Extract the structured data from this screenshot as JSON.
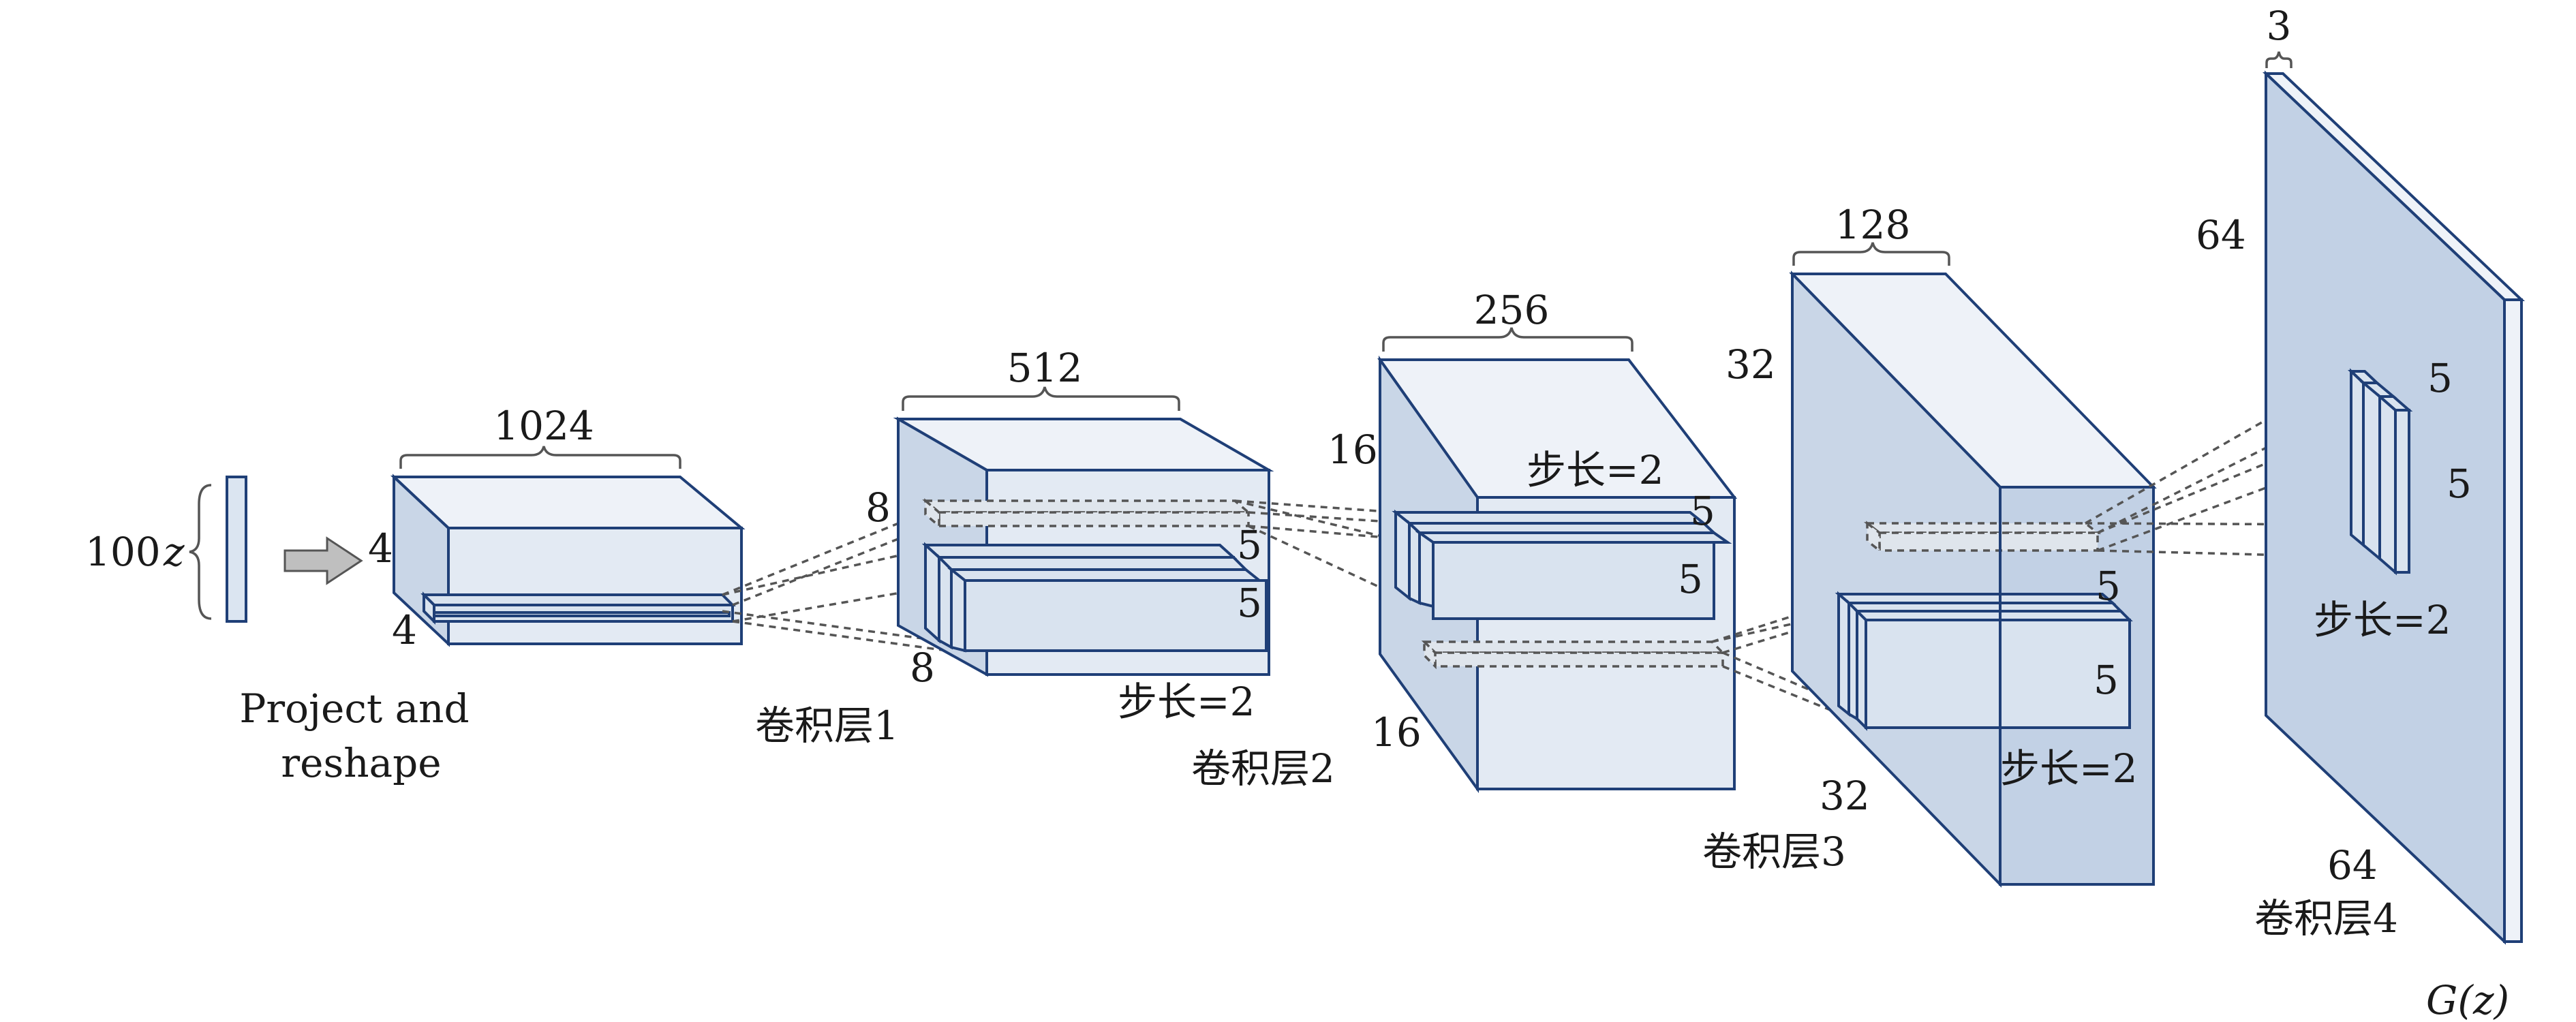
{
  "input": {
    "count": "100",
    "var": "z"
  },
  "project": {
    "line1": "Project and",
    "line2": "reshape"
  },
  "block1": {
    "channels": "1024",
    "h": "4",
    "w": "4"
  },
  "block2": {
    "channels": "512",
    "h": "8",
    "w": "8",
    "k1": "5",
    "k2": "5",
    "stride": "步长=2",
    "name": "卷积层1"
  },
  "block3": {
    "channels": "256",
    "h": "16",
    "w": "16",
    "k1": "5",
    "k2": "5",
    "stride": "步长=2",
    "name": "卷积层2"
  },
  "block4": {
    "channels": "128",
    "h": "32",
    "w": "32",
    "k1": "5",
    "k2": "5",
    "stride": "步长=2",
    "name": "卷积层3"
  },
  "block5": {
    "channels": "3",
    "h": "64",
    "w": "64",
    "k1": "5",
    "k2": "5",
    "stride": "步长=2",
    "name": "卷积层4"
  },
  "output": {
    "label": "G(z)"
  }
}
